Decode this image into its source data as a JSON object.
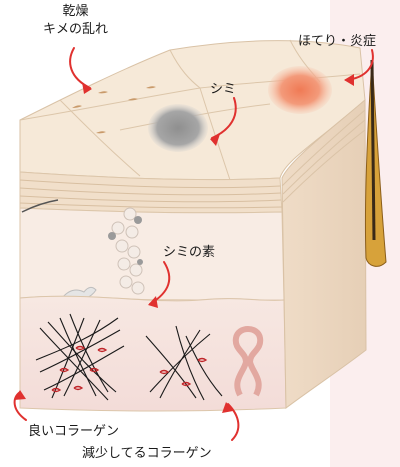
{
  "labels": {
    "dryness_line1": "乾燥",
    "dryness_line2": "キメの乱れ",
    "flushing": "ほてり・炎症",
    "spot": "シミ",
    "spot_seed": "シミの素",
    "good_collagen": "良いコラーゲン",
    "decreasing_collagen": "減少してるコラーゲン"
  },
  "colors": {
    "skin_top": "#f6e8d6",
    "skin_side": "#efdcc5",
    "dermis": "#f7e6e4",
    "arrow": "#e0312f",
    "collagen_fiber": "#1a1a1a",
    "collagen_tie": "#c0262a",
    "flush": "#ef8a6a",
    "spot": "#9a9a9a",
    "hair": "#3a2a18"
  }
}
